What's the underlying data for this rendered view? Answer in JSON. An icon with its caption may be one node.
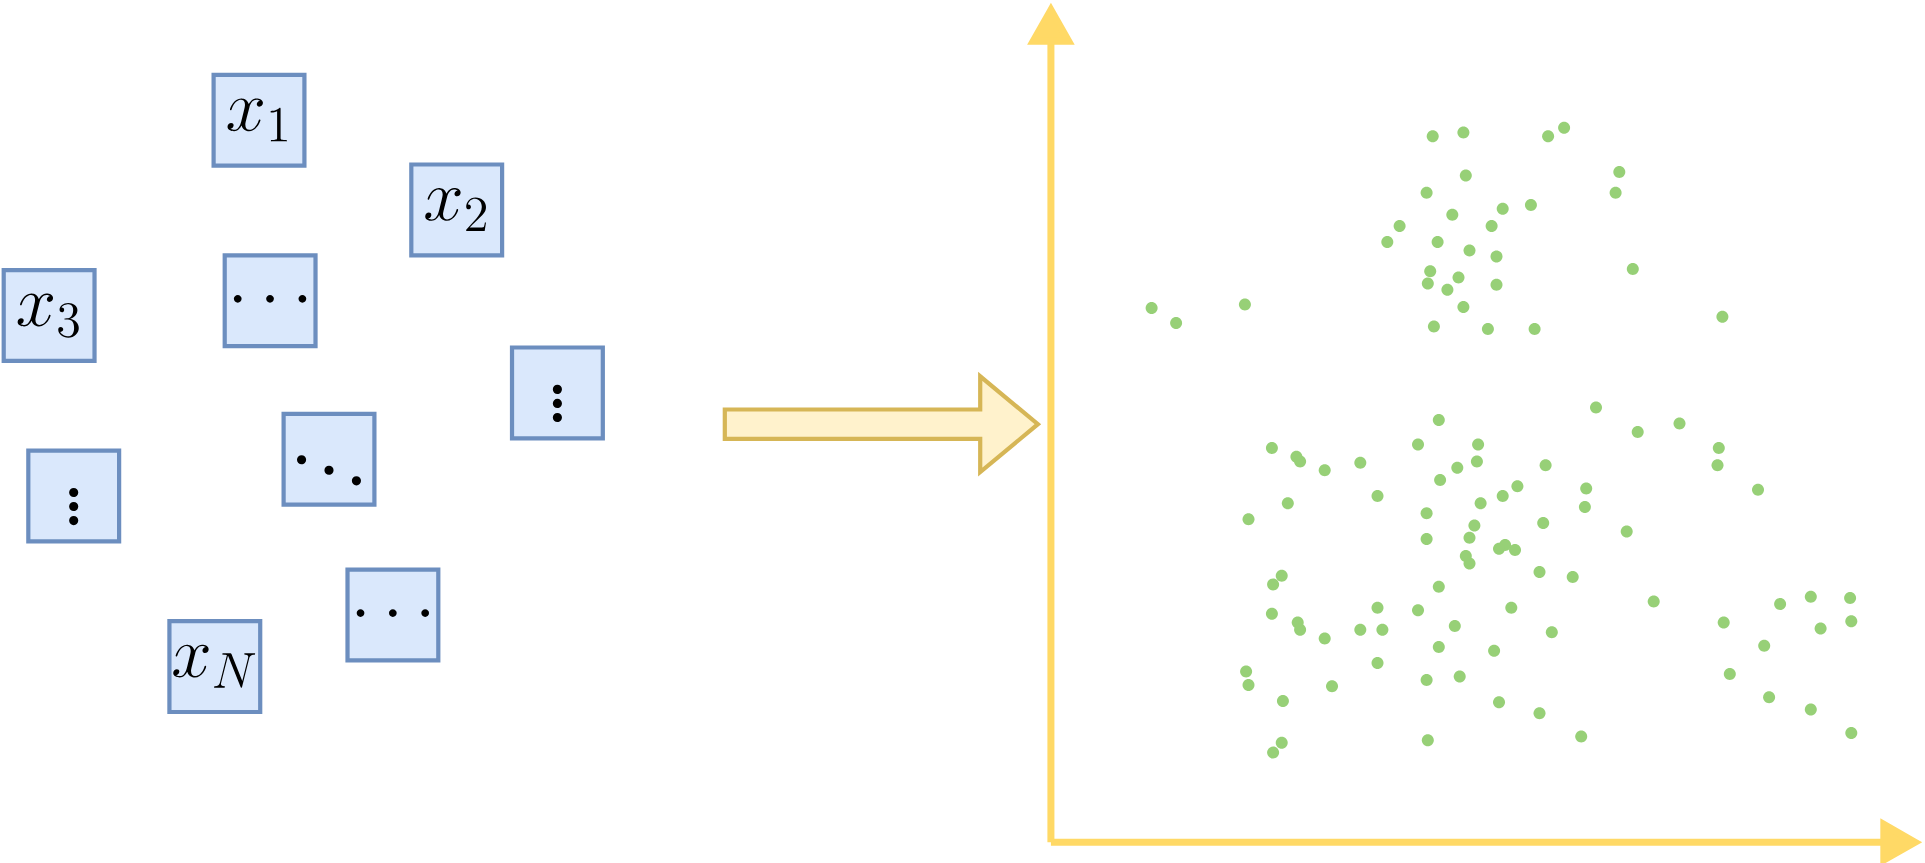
{
  "diagram": {
    "nodes": [
      {
        "text": [
          "x_1"
        ]
      },
      {
        "text": [
          "x_2"
        ]
      },
      {
        "text": [
          "x_3"
        ]
      },
      {
        "text": [
          "\\cdots"
        ]
      },
      {
        "text": [
          "\\vdots"
        ]
      },
      {
        "text": [
          "\\vdots"
        ]
      },
      {
        "text": [
          "\\ddots"
        ]
      },
      {
        "text": [
          "\\cdots"
        ]
      },
      {
        "text": [
          "x_N"
        ]
      },
      {
        "text": [],
        "shape": "picture"
      }
    ],
    "edges": [
      {
        "from": null,
        "to": 9,
        "arrow": "to"
      }
    ]
  }
}
